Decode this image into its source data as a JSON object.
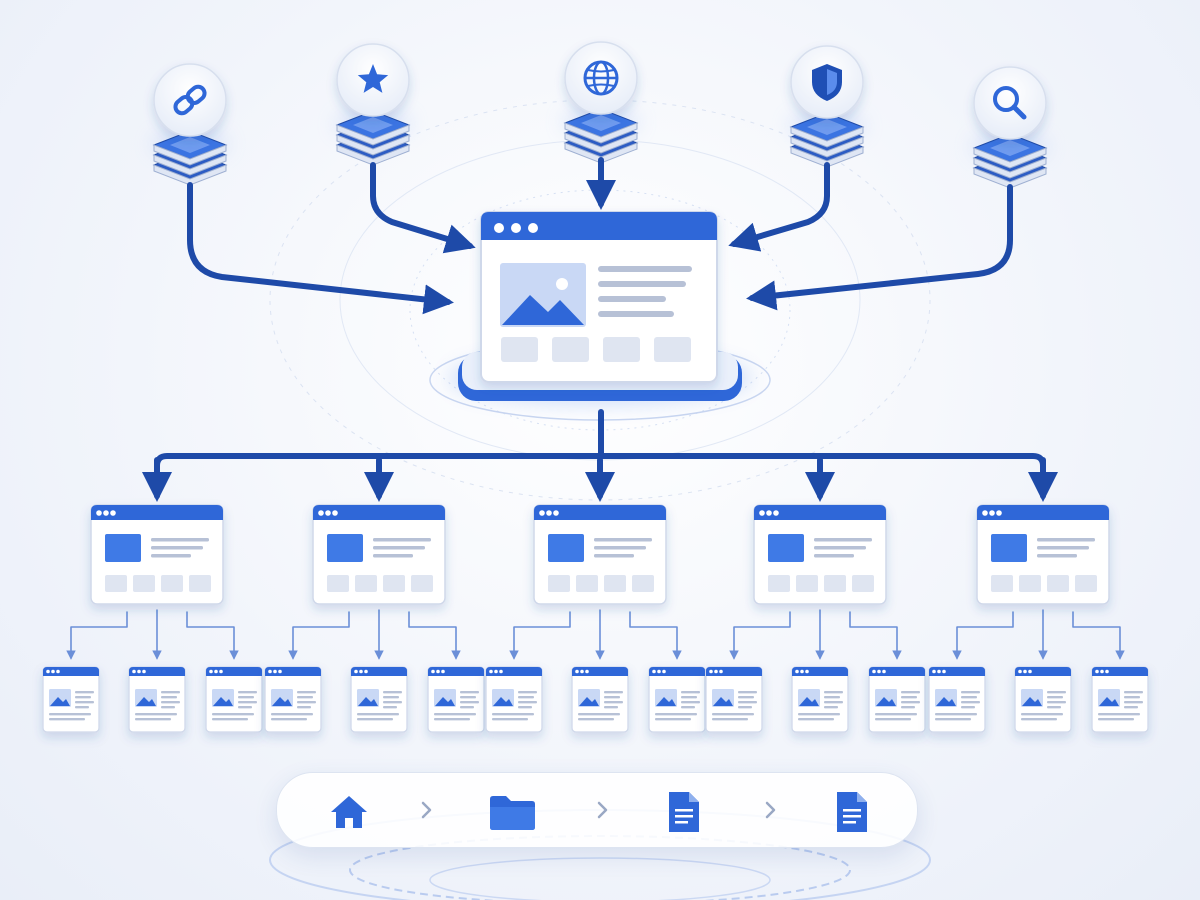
{
  "colors": {
    "primary": "#2f67d8",
    "primary_dark": "#1f4fb5",
    "connector": "#1e4aa8",
    "panel_border": "#cfd8ea",
    "placeholder": "#dfe5f1",
    "text_line": "#b7c1d6",
    "background": "#f2f5fb"
  },
  "sources": [
    {
      "icon": "link-icon"
    },
    {
      "icon": "star-icon"
    },
    {
      "icon": "globe-icon"
    },
    {
      "icon": "shield-icon"
    },
    {
      "icon": "search-icon"
    }
  ],
  "hub": {
    "icon": "browser-window-icon",
    "thumbnail_count": 4
  },
  "sections": [
    {
      "pages": 3
    },
    {
      "pages": 3
    },
    {
      "pages": 3
    },
    {
      "pages": 3
    },
    {
      "pages": 3
    }
  ],
  "breadcrumb": {
    "items": [
      {
        "icon": "home-icon"
      },
      {
        "icon": "folder-icon"
      },
      {
        "icon": "document-icon"
      },
      {
        "icon": "document-icon"
      }
    ],
    "separator_icon": "chevron-right-icon"
  }
}
